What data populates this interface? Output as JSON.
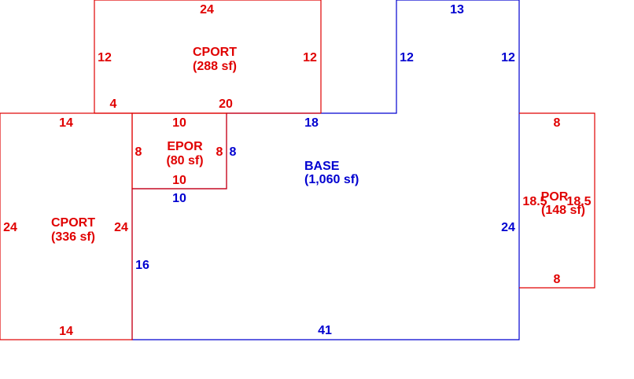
{
  "colors": {
    "base": "#0000d0",
    "addition": "#e00000",
    "background": "#ffffff"
  },
  "areas": {
    "base": {
      "name": "BASE",
      "area": "(1,060 sf)"
    },
    "cport_top": {
      "name": "CPORT",
      "area": "(288 sf)"
    },
    "cport_left": {
      "name": "CPORT",
      "area": "(336 sf)"
    },
    "epor": {
      "name": "EPOR",
      "area": "(80 sf)"
    },
    "por": {
      "name": "POR",
      "area": "(148 sf)"
    }
  },
  "dimensions": {
    "cport_top": {
      "top": "24",
      "left": "12",
      "right": "12",
      "bottom_a": "4",
      "bottom_b": "20"
    },
    "cport_left": {
      "top": "14",
      "bottom": "14",
      "left": "24",
      "right": "24"
    },
    "epor": {
      "top": "10",
      "bottom": "10",
      "left": "8",
      "right": "8"
    },
    "por": {
      "top": "8",
      "bottom": "8",
      "left": "18.5",
      "right": "18.5"
    },
    "base": {
      "top": "13",
      "left_upper": "12",
      "right_upper": "12",
      "mid_top": "18",
      "epor_right": "8",
      "epor_bottom": "10",
      "left": "16",
      "right": "24",
      "bottom": "41"
    }
  }
}
